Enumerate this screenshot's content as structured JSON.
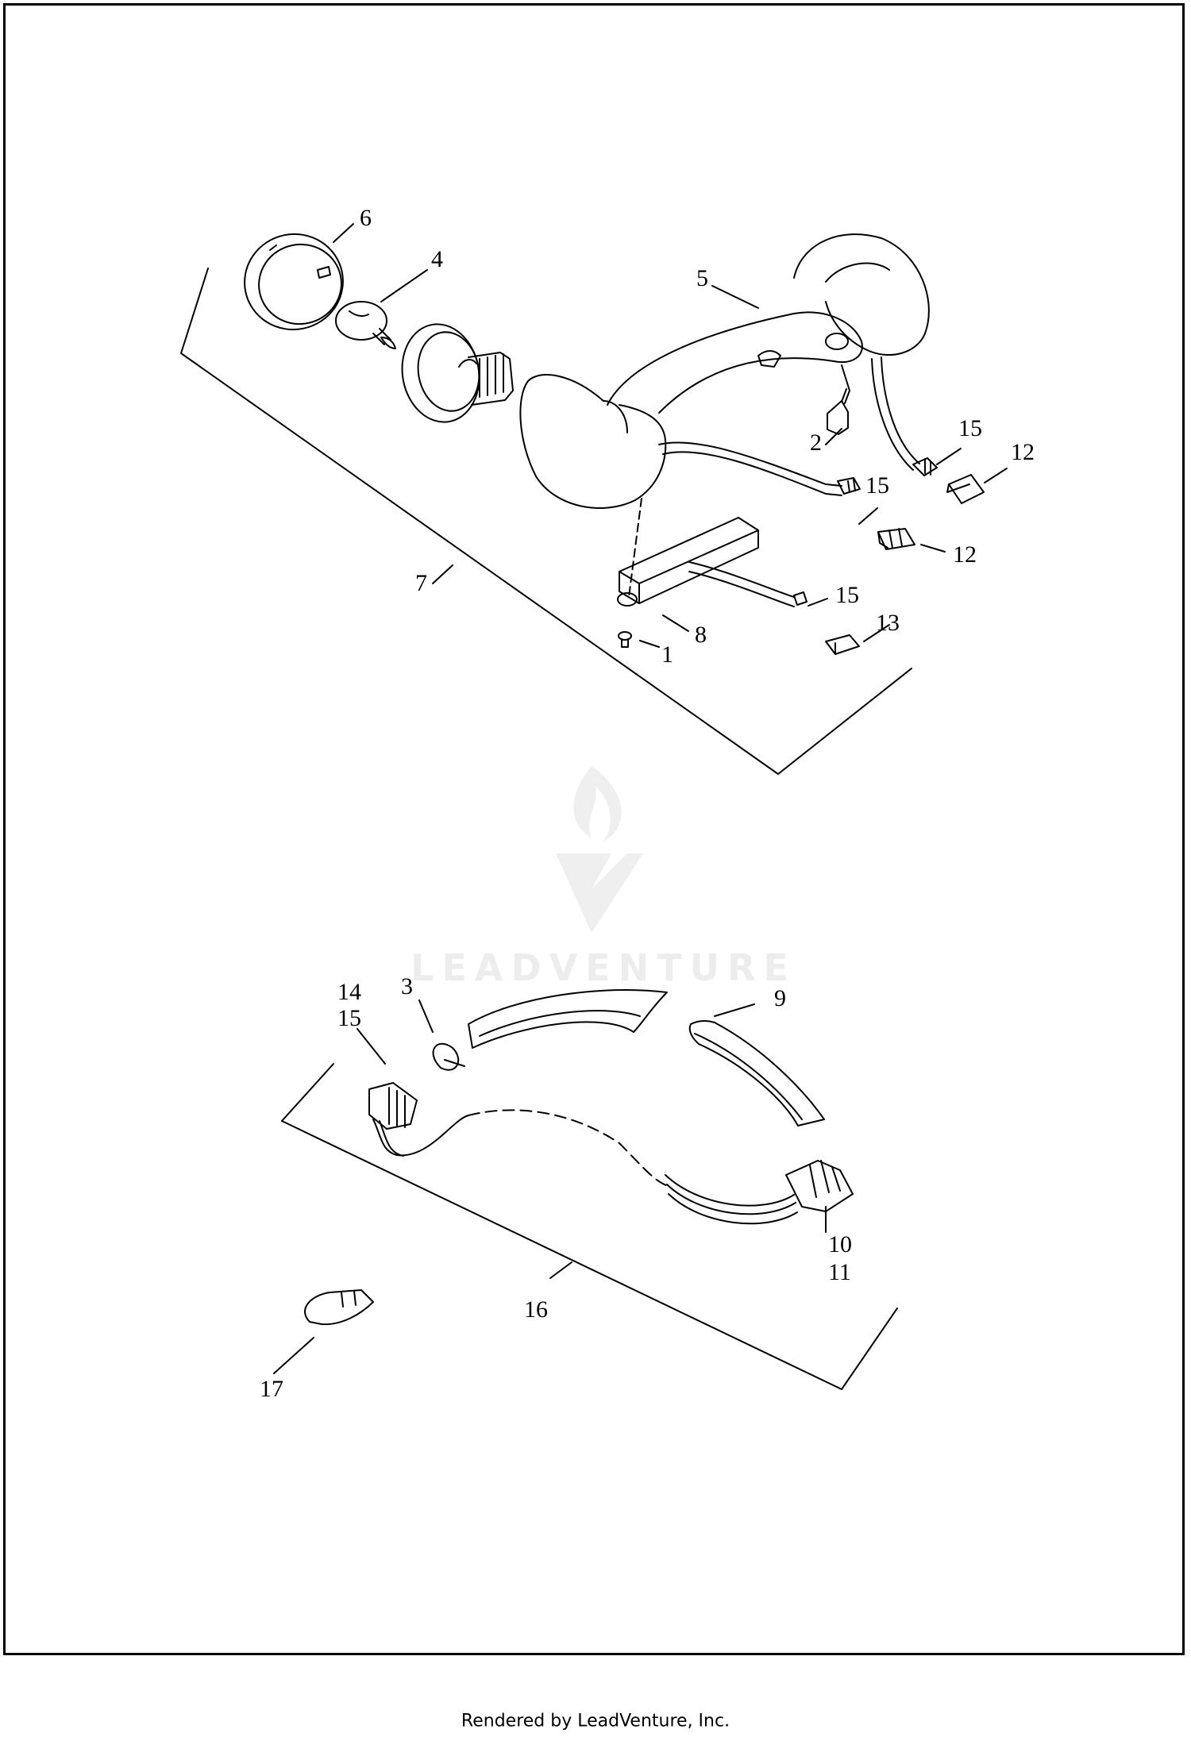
{
  "labels": {
    "l1": "1",
    "l2": "2",
    "l3": "3",
    "l4": "4",
    "l5": "5",
    "l6": "6",
    "l7": "7",
    "l8": "8",
    "l9": "9",
    "l10": "10",
    "l11": "11",
    "l12a": "12",
    "l12b": "12",
    "l13": "13",
    "l14": "14",
    "l15a": "15",
    "l15b": "15",
    "l15c": "15",
    "l15d": "15",
    "l16": "16",
    "l17": "17"
  },
  "watermark": {
    "text": "LEADVENTURE",
    "icon": "leadventure-logo-icon"
  },
  "footer": {
    "text": "Rendered by LeadVenture, Inc."
  },
  "colors": {
    "line": "#000000",
    "watermark": "#ededed"
  }
}
